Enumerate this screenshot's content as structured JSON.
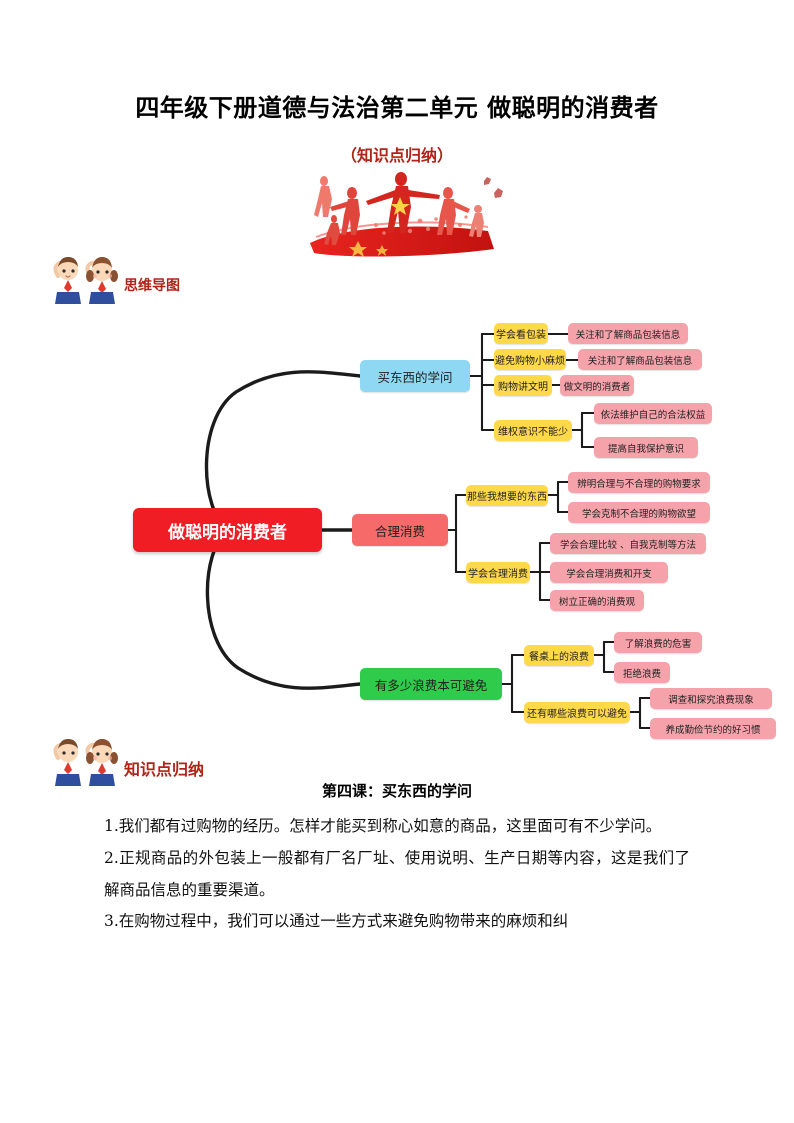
{
  "document": {
    "title": "四年级下册道德与法治第二单元 做聪明的消费者",
    "subtitle": "（知识点归纳）",
    "labels": {
      "mindmap": "思维导图",
      "notes": "知识点归纳"
    },
    "illustration_name": "red-patriotic-silhouette-illustration",
    "kids_illustration_name": "two-saluting-students-illustration"
  },
  "colors": {
    "root": "#f01d25",
    "branch_blue": "#8fd8f3",
    "branch_red": "#f76a6a",
    "branch_green": "#2ecc4a",
    "sub_yellow": "#ffd94a",
    "leaf_pink": "#f5a2ab",
    "connector": "#1b1b1b",
    "heading_red": "#b02418"
  },
  "mindmap": {
    "root": "做聪明的消费者",
    "branches": [
      {
        "label": "买东西的学问",
        "color": "blue",
        "children": [
          {
            "label": "学会看包装",
            "leaves": [
              "关注和了解商品包装信息"
            ]
          },
          {
            "label": "避免购物小麻烦",
            "leaves": [
              "关注和了解商品包装信息"
            ]
          },
          {
            "label": "购物讲文明",
            "leaves": [
              "做文明的消费者"
            ]
          },
          {
            "label": "维权意识不能少",
            "leaves": [
              "依法维护自己的合法权益",
              "提高自我保护意识"
            ]
          }
        ]
      },
      {
        "label": "合理消费",
        "color": "red",
        "children": [
          {
            "label": "那些我想要的东西",
            "leaves": [
              "辨明合理与不合理的购物要求",
              "学会克制不合理的购物欲望"
            ]
          },
          {
            "label": "学会合理消费",
            "leaves": [
              "学会合理比较 、自我克制等方法",
              "学会合理消费和开支",
              "树立正确的消费观"
            ]
          }
        ]
      },
      {
        "label": "有多少浪费本可避免",
        "color": "green",
        "children": [
          {
            "label": "餐桌上的浪费",
            "leaves": [
              "了解浪费的危害",
              "拒绝浪费"
            ]
          },
          {
            "label": "还有哪些浪费可以避免",
            "leaves": [
              "调查和探究浪费现象",
              "养成勤俭节约的好习惯"
            ]
          }
        ]
      }
    ]
  },
  "notes": {
    "heading": "第四课：买东西的学问",
    "paragraphs": [
      "1.我们都有过购物的经历。怎样才能买到称心如意的商品，这里面可有不少学问。",
      "2.正规商品的外包装上一般都有厂名厂址、使用说明、生产日期等内容，这是我们了解商品信息的重要渠道。",
      "3.在购物过程中，我们可以通过一些方式来避免购物带来的麻烦和纠"
    ]
  }
}
